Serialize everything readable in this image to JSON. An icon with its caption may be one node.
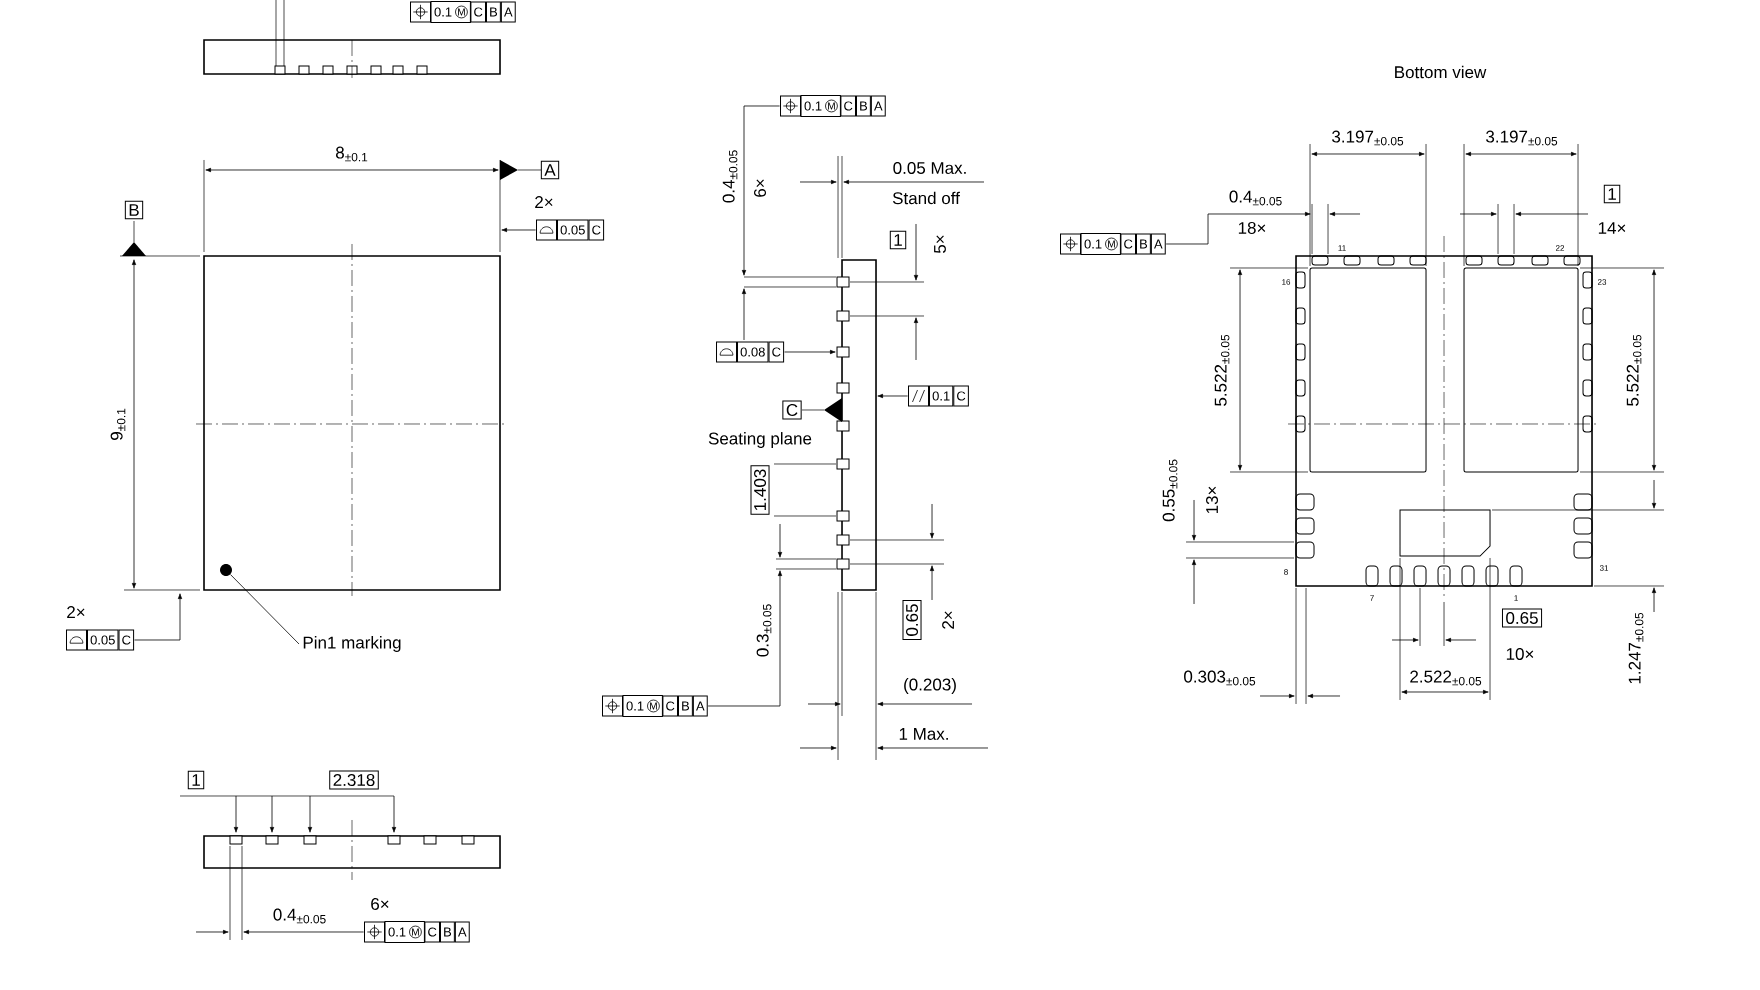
{
  "diagram": {
    "nodes": [
      {
        "text": [
          "Pin1 marking"
        ]
      },
      {
        "text": [],
        "shape": "circle"
      }
    ],
    "edges": [
      {
        "from": 0,
        "to": 1,
        "arrow": "none"
      }
    ],
    "labels": [
      "0.1",
      "M",
      "C",
      "B",
      "A",
      "8$_{±0.1}$",
      "A",
      "2×",
      "0.05",
      "C",
      "B",
      "9$_{±0.1}$",
      "2×",
      "0.05",
      "C",
      "0.1",
      "M",
      "C",
      "B",
      "A",
      "0.4$_{±0.05}$",
      "6×",
      "0.05 Max.",
      "Stand off",
      "1",
      "5×",
      "0.08",
      "C",
      "0.1",
      "C",
      "C",
      "Seating plane",
      "1.403",
      "0.3$_{±0.05}$",
      "0.65",
      "2×",
      "0.1",
      "M",
      "C",
      "B",
      "A",
      "(0.203)",
      "1 Max.",
      "Bottom view",
      "3.197$_{±0.05}$",
      "3.197$_{±0.05}$",
      "0.4$_{±0.05}$",
      "18×",
      "0.1",
      "M",
      "C",
      "B",
      "A",
      "1",
      "14×",
      "11",
      "22",
      "16",
      "23",
      "5.522$_{±0.05}$",
      "5.522$_{±0.05}$",
      "0.55$_{±0.05}$",
      "13×",
      "8",
      "31",
      "7",
      "1",
      "0.65",
      "10×",
      "0.303$_{±0.05}$",
      "2.522$_{±0.05}$",
      "1.247$_{±0.05}$",
      "1",
      "2.318",
      "6×",
      "0.4$_{±0.05}$",
      "0.1",
      "M",
      "C",
      "B",
      "A"
    ]
  }
}
